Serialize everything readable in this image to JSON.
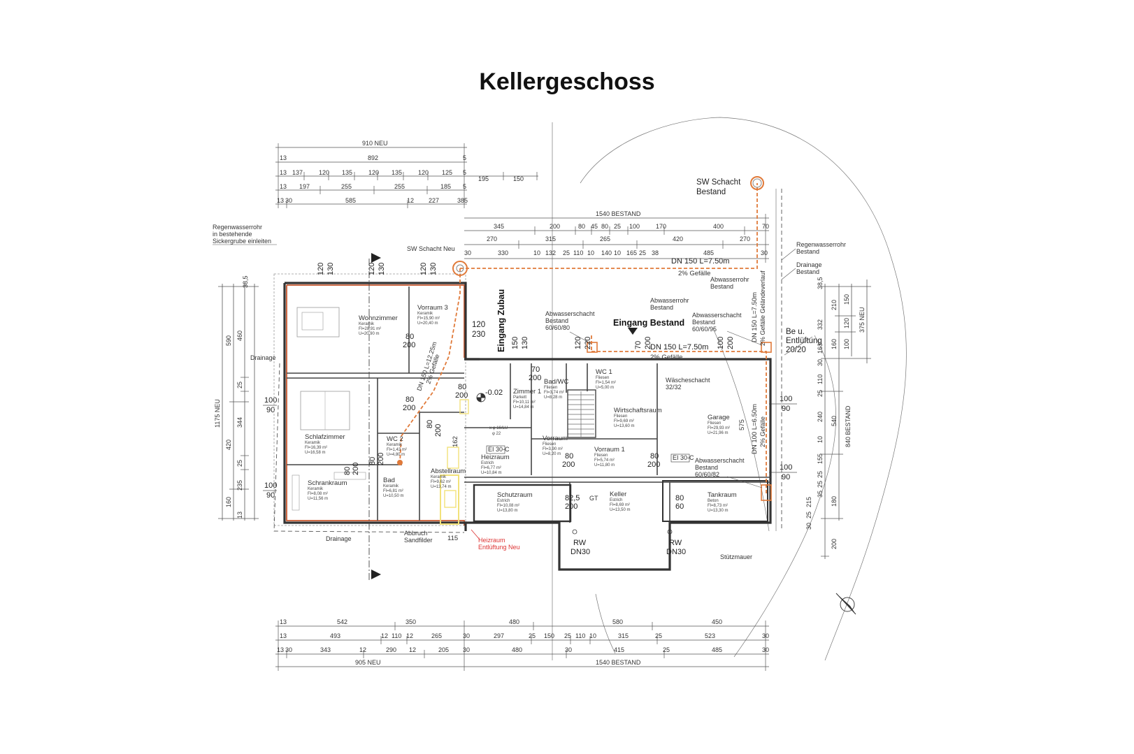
{
  "title": "Kellergeschoss",
  "dimensions_top": {
    "row1": [
      "910 NEU"
    ],
    "row2": [
      "13",
      "892",
      "5"
    ],
    "row3": [
      "13",
      "137",
      "120",
      "135",
      "120",
      "135",
      "120",
      "125",
      "5",
      "195",
      "150"
    ],
    "row4": [
      "13",
      "197",
      "255",
      "255",
      "185",
      "5"
    ],
    "row5": [
      "13",
      "30",
      "585",
      "12",
      "227",
      "38",
      "5"
    ],
    "bestand_row1": [
      "1540 BESTAND"
    ],
    "bestand_row2": [
      "345",
      "200",
      "80",
      "45",
      "80",
      "25",
      "100",
      "170",
      "400",
      "70"
    ],
    "bestand_row3": [
      "270",
      "315",
      "265",
      "420",
      "270"
    ],
    "bestand_row4": [
      "30",
      "330",
      "10",
      "132",
      "25",
      "110",
      "10",
      "140",
      "10",
      "165",
      "25",
      "38",
      "485",
      "30"
    ]
  },
  "dimensions_bottom": {
    "row1": [
      "13",
      "542",
      "350",
      "480",
      "580",
      "450"
    ],
    "row2": [
      "13",
      "493",
      "12",
      "110",
      "12",
      "265",
      "30",
      "297",
      "25",
      "150",
      "25",
      "110",
      "10",
      "315",
      "25",
      "523",
      "30"
    ],
    "row3": [
      "13",
      "30",
      "343",
      "12",
      "290",
      "12",
      "205",
      "30",
      "480",
      "30",
      "415",
      "25",
      "485",
      "30"
    ],
    "row4": [
      "905 NEU",
      "1540 BESTAND"
    ]
  },
  "dimensions_left": {
    "outer": [
      "1175 NEU"
    ],
    "col2": [
      "590",
      "420",
      "160"
    ],
    "col3": [
      "460",
      "25",
      "344",
      "25",
      "235",
      "13"
    ],
    "col4": [
      "38,5"
    ],
    "marks": [
      "100",
      "90",
      "100",
      "90"
    ]
  },
  "dimensions_right": {
    "outer": [
      "375 NEU",
      "840 BESTAND"
    ],
    "col2": [
      "150",
      "120",
      "100"
    ],
    "col3": [
      "210",
      "160",
      "540",
      "180",
      "200"
    ],
    "col4": [
      "38,5",
      "332",
      "163",
      "30",
      "110",
      "25",
      "240",
      "10",
      "155",
      "25",
      "25",
      "35",
      "215",
      "25",
      "30"
    ],
    "marks": [
      "100",
      "90",
      "100",
      "90"
    ]
  },
  "annotations": {
    "regenwasser_left": [
      "Regenwasserrohr",
      "in bestehende",
      "Sickergrube einleiten"
    ],
    "sw_schacht_neu": "SW Schacht Neu",
    "sw_schacht_bestand": [
      "SW Schacht",
      "Bestand"
    ],
    "regenwasser_right": [
      "Regenwasserrohr",
      "Bestand"
    ],
    "drainage_bestand": [
      "Drainage",
      "Bestand"
    ],
    "abwasserrohr_bestand_1": [
      "Abwasserrohr",
      "Bestand"
    ],
    "abwasserrohr_bestand_2": [
      "Abwasserrohr",
      "Bestand"
    ],
    "abwasserschacht_1": [
      "Abwasserschacht",
      "Bestand",
      "60/60/80"
    ],
    "abwasserschacht_2": [
      "Abwasserschacht",
      "Bestand",
      "60/60/95"
    ],
    "abwasserschacht_3": [
      "Abwasserschacht",
      "Bestand",
      "60/60/82"
    ],
    "eingang_zubau": "Eingang Zubau",
    "eingang_bestand": "Eingang Bestand",
    "dn150_top": "DN 150 L=7.50m",
    "gefaelle_top": "2% Gefälle",
    "dn150_mid": "DN 150 L=7.50m",
    "gefaelle_mid": "2% Gefälle",
    "dn150_vert": "DN 150 L=7.50m",
    "gefaelle_vert": "2% Gefälle Geländeverlauf",
    "dn100_vert": "DN 100 L=6.50m",
    "gefaelle_vert2": "2% Gefälle",
    "dn150_diag": "DN 150 L=12.25m",
    "gefaelle_diag": "2% Gefälle",
    "be_entlueftung": [
      "Be u.",
      "Entlüftung",
      "20/20"
    ],
    "drainage_left": "Drainage",
    "drainage_bottom": "Drainage",
    "abbruch": [
      "Abbruch",
      "Sandfilder"
    ],
    "heizraum_entlueftung": [
      "Heizraum",
      "Entlüftung Neu"
    ],
    "rw1": [
      "RW",
      "DN30"
    ],
    "rw2": [
      "RW",
      "DN30"
    ],
    "stuetzmauer": "Stützmauer",
    "waescheschacht": [
      "Wäscheschacht",
      "32/32"
    ],
    "stairs": "GT",
    "level": "-0.02",
    "ei30_1": "EI 30-C",
    "ei30_2": "EI 30-C",
    "heizraum_note": [
      "x  φ 16/LU",
      "φ 22"
    ],
    "dim_575": "575",
    "dim_115": "115",
    "dim_162": "162"
  },
  "rooms": [
    {
      "name": "Wohnzimmer",
      "floor": "Keramik",
      "area": "Fl=28,91 m²",
      "perimeter": "U=20,90 m"
    },
    {
      "name": "Vorraum 3",
      "floor": "Keramik",
      "area": "Fl=15,90 m²",
      "perimeter": "U=20,40 m"
    },
    {
      "name": "Schlafzimmer",
      "floor": "Keramik",
      "area": "Fl=16,39 m²",
      "perimeter": "U=16,58 m"
    },
    {
      "name": "WC 2",
      "floor": "Keramik",
      "area": "Fl=1,43 m²",
      "perimeter": "U=4,80 m"
    },
    {
      "name": "Schrankraum",
      "floor": "Keramik",
      "area": "Fl=8,08 m²",
      "perimeter": "U=11,56 m"
    },
    {
      "name": "Bad",
      "floor": "Keramik",
      "area": "Fl=6,81 m²",
      "perimeter": "U=10,50 m"
    },
    {
      "name": "Abstellraum",
      "floor": "Keramik",
      "area": "Fl=9,62 m²",
      "perimeter": "U=13,74 m"
    },
    {
      "name": "Zimmer 1",
      "floor": "Parkett",
      "area": "Fl=10,11 m²",
      "perimeter": "U=14,84 m"
    },
    {
      "name": "Bad/WC",
      "floor": "Fliesen",
      "area": "Fl=3,74 m²",
      "perimeter": "U=8,28 m"
    },
    {
      "name": "WC 1",
      "floor": "Fliesen",
      "area": "Fl=1,54 m²",
      "perimeter": "U=5,00 m"
    },
    {
      "name": "Wirtschaftsraum",
      "floor": "Fliesen",
      "area": "Fl=9,69 m²",
      "perimeter": "U=13,60 m"
    },
    {
      "name": "Garage",
      "floor": "Fliesen",
      "area": "Fl=29,93 m²",
      "perimeter": "U=21,96 m"
    },
    {
      "name": "Heizraum",
      "floor": "Estrich",
      "area": "Fl=6,77 m²",
      "perimeter": "U=10,84 m"
    },
    {
      "name": "Vorraum",
      "floor": "Fliesen",
      "area": "Fl=3,90 m²",
      "perimeter": "U=8,20 m"
    },
    {
      "name": "Vorraum 1",
      "floor": "Fliesen",
      "area": "Fl=5,74 m²",
      "perimeter": "U=11,80 m"
    },
    {
      "name": "Schutzraum",
      "floor": "Estrich",
      "area": "Fl=10,08 m²",
      "perimeter": "U=13,80 m"
    },
    {
      "name": "Keller",
      "floor": "Estrich",
      "area": "Fl=8,69 m²",
      "perimeter": "U=13,50 m"
    },
    {
      "name": "Tankraum",
      "floor": "Beton",
      "area": "Fl=8,73 m²",
      "perimeter": "U=13,30 m"
    }
  ],
  "openings": {
    "window_labels": [
      "120",
      "130",
      "120",
      "130",
      "120",
      "130",
      "120",
      "230",
      "150",
      "130",
      "120",
      "220",
      "70",
      "200",
      "100",
      "200"
    ],
    "door_labels": [
      "80",
      "200",
      "80",
      "200",
      "80",
      "200",
      "80",
      "200",
      "80",
      "200",
      "80",
      "200",
      "70",
      "200",
      "80",
      "200",
      "80",
      "200",
      "82,5",
      "200",
      "80",
      "60"
    ]
  },
  "colors": {
    "pipe": "#e07a3a",
    "new_walls": "#c8572f",
    "heizraum_note": "#d33333",
    "highlight": "#f2e27a"
  }
}
